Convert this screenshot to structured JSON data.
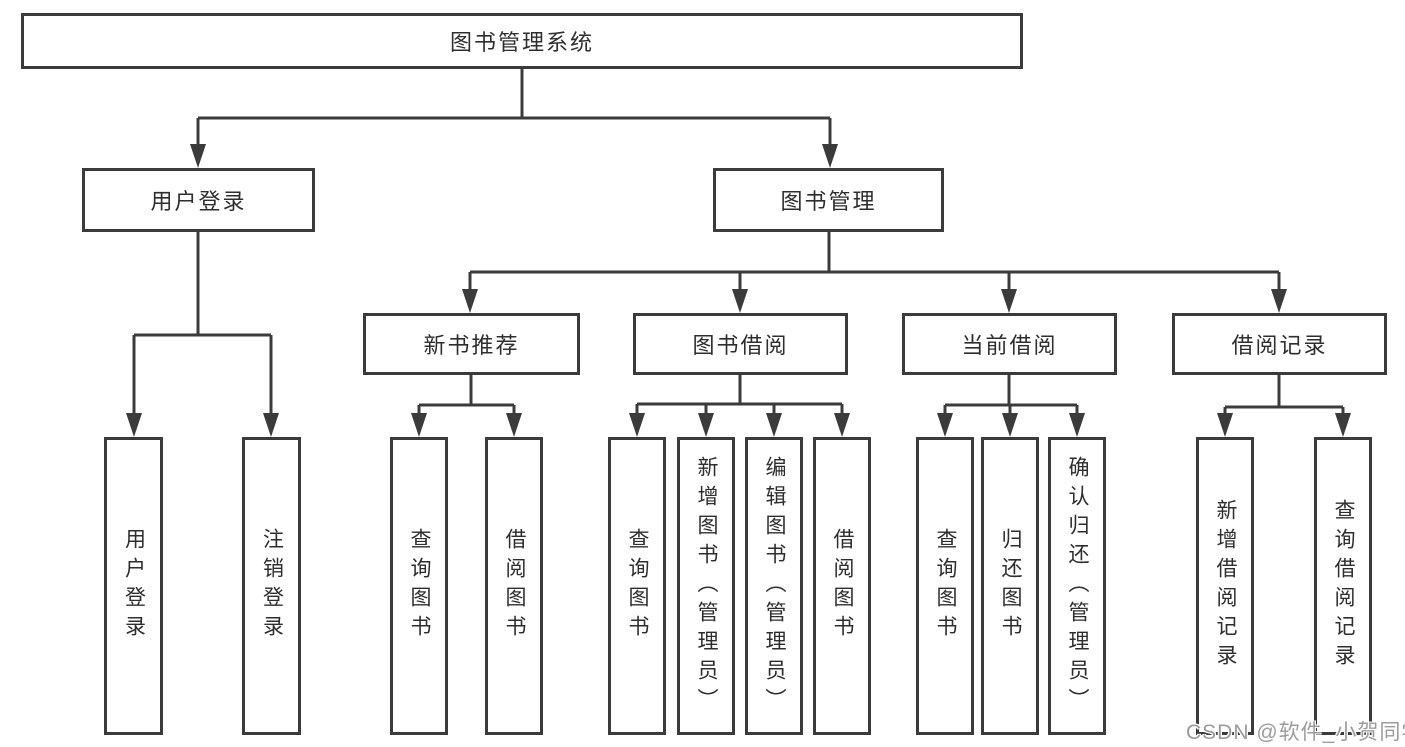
{
  "diagram": {
    "tree": {
      "label": "图书管理系统",
      "children": [
        {
          "label": "用户登录",
          "children": [
            {
              "label": "用户登录"
            },
            {
              "label": "注销登录"
            }
          ]
        },
        {
          "label": "图书管理",
          "children": [
            {
              "label": "新书推荐",
              "children": [
                {
                  "label": "查询图书"
                },
                {
                  "label": "借阅图书"
                }
              ]
            },
            {
              "label": "图书借阅",
              "children": [
                {
                  "label": "查询图书"
                },
                {
                  "label": "新增图书（管理员）"
                },
                {
                  "label": "编辑图书（管理员）"
                },
                {
                  "label": "借阅图书"
                }
              ]
            },
            {
              "label": "当前借阅",
              "children": [
                {
                  "label": "查询图书"
                },
                {
                  "label": "归还图书"
                },
                {
                  "label": "确认归还（管理员）"
                }
              ]
            },
            {
              "label": "借阅记录",
              "children": [
                {
                  "label": "新增借阅记录"
                },
                {
                  "label": "查询借阅记录"
                }
              ]
            }
          ]
        }
      ]
    }
  },
  "watermark": {
    "text": "CSDN @软件_小贺同学"
  },
  "colors": {
    "line": "#3b3b3b",
    "text": "#2e2e2e",
    "background": "#ffffff",
    "watermark": "#9c9c9c"
  }
}
